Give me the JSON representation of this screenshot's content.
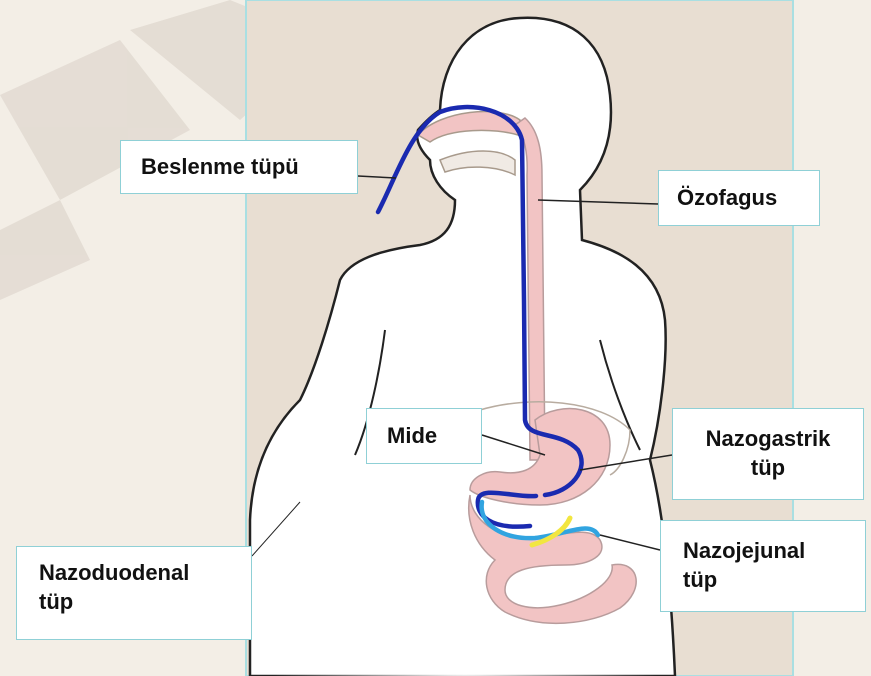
{
  "labels": {
    "feeding_tube": "Beslenme tüpü",
    "esophagus": "Özofagus",
    "stomach": "Mide",
    "nasogastric": [
      "Nazogastrik",
      "tüp"
    ],
    "nasojejunal": [
      "Nazojejunal",
      "tüp"
    ],
    "nasoduodenal": [
      "Nazoduodenal",
      "tüp"
    ]
  },
  "colors": {
    "background_panel": "#e8ded2",
    "panel_border": "#a9dfe2",
    "organ_fill": "#f2c4c4",
    "tube_nasogastric": "#1a2ab0",
    "tube_nasojejunal": "#31a4e0",
    "tube_nasoduodenal": "#f2e640",
    "label_border": "#8fd0d6"
  }
}
